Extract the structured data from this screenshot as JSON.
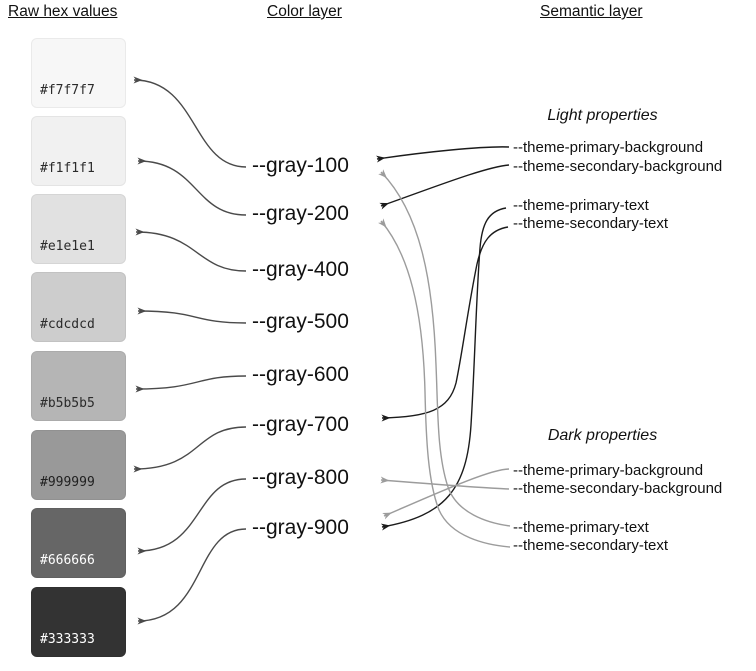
{
  "headers": {
    "raw_hex": "Raw hex values",
    "color_layer": "Color layer",
    "semantic_layer": "Semantic layer"
  },
  "swatches": [
    {
      "hex": "#f7f7f7",
      "label_color": "#2b2b2b"
    },
    {
      "hex": "#f1f1f1",
      "label_color": "#2b2b2b"
    },
    {
      "hex": "#e1e1e1",
      "label_color": "#2b2b2b"
    },
    {
      "hex": "#cdcdcd",
      "label_color": "#2b2b2b"
    },
    {
      "hex": "#b5b5b5",
      "label_color": "#2b2b2b"
    },
    {
      "hex": "#999999",
      "label_color": "#1f1f1f"
    },
    {
      "hex": "#666666",
      "label_color": "#ffffff"
    },
    {
      "hex": "#333333",
      "label_color": "#ffffff"
    }
  ],
  "color_tokens": [
    {
      "name": "--gray-100"
    },
    {
      "name": "--gray-200"
    },
    {
      "name": "--gray-400"
    },
    {
      "name": "--gray-500"
    },
    {
      "name": "--gray-600"
    },
    {
      "name": "--gray-700"
    },
    {
      "name": "--gray-800"
    },
    {
      "name": "--gray-900"
    }
  ],
  "semantic": {
    "light": {
      "title": "Light properties",
      "items": [
        "--theme-primary-background",
        "--theme-secondary-background",
        "--theme-primary-text",
        "--theme-secondary-text"
      ]
    },
    "dark": {
      "title": "Dark properties",
      "items": [
        "--theme-primary-background",
        "--theme-secondary-background",
        "--theme-primary-text",
        "--theme-secondary-text"
      ]
    }
  },
  "connections": [
    {
      "id": "gray-100-to-hex",
      "from": "--gray-100",
      "to": "#f7f7f7",
      "group": "color-to-hex"
    },
    {
      "id": "gray-200-to-hex",
      "from": "--gray-200",
      "to": "#f1f1f1",
      "group": "color-to-hex"
    },
    {
      "id": "gray-400-to-hex",
      "from": "--gray-400",
      "to": "#e1e1e1",
      "group": "color-to-hex"
    },
    {
      "id": "gray-500-to-hex",
      "from": "--gray-500",
      "to": "#cdcdcd",
      "group": "color-to-hex"
    },
    {
      "id": "gray-600-to-hex",
      "from": "--gray-600",
      "to": "#b5b5b5",
      "group": "color-to-hex"
    },
    {
      "id": "gray-700-to-hex",
      "from": "--gray-700",
      "to": "#999999",
      "group": "color-to-hex"
    },
    {
      "id": "gray-800-to-hex",
      "from": "--gray-800",
      "to": "#666666",
      "group": "color-to-hex"
    },
    {
      "id": "gray-900-to-hex",
      "from": "--gray-900",
      "to": "#333333",
      "group": "color-to-hex"
    },
    {
      "id": "light-primary-bg",
      "from": "light --theme-primary-background",
      "to": "--gray-100",
      "group": "light-theme"
    },
    {
      "id": "light-secondary-bg",
      "from": "light --theme-secondary-background",
      "to": "--gray-200",
      "group": "light-theme"
    },
    {
      "id": "light-primary-text",
      "from": "light --theme-primary-text",
      "to": "--gray-900",
      "group": "light-theme"
    },
    {
      "id": "light-secondary-text",
      "from": "light --theme-secondary-text",
      "to": "--gray-700",
      "group": "light-theme"
    },
    {
      "id": "dark-primary-bg",
      "from": "dark --theme-primary-background",
      "to": "--gray-900",
      "group": "dark-theme"
    },
    {
      "id": "dark-secondary-bg",
      "from": "dark --theme-secondary-background",
      "to": "--gray-800",
      "group": "dark-theme"
    },
    {
      "id": "dark-primary-text",
      "from": "dark --theme-primary-text",
      "to": "--gray-100",
      "group": "dark-theme"
    },
    {
      "id": "dark-secondary-text",
      "from": "dark --theme-secondary-text",
      "to": "--gray-200",
      "group": "dark-theme"
    }
  ],
  "colors": {
    "background": "#ffffff",
    "text": "#111111",
    "arrow_dark": "#4a4a4a",
    "arrow_black": "#1b1b1b",
    "arrow_gray": "#9c9c9c"
  }
}
